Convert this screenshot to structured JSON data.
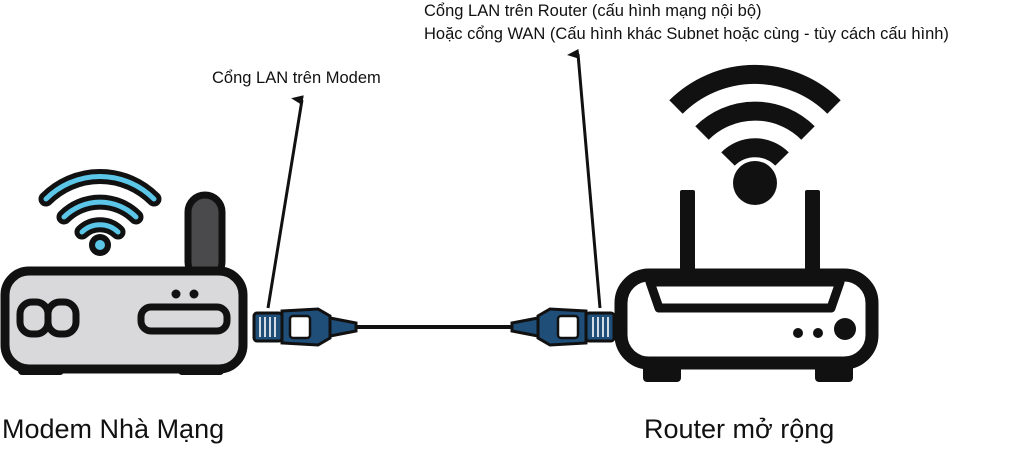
{
  "labels": {
    "router_port_line1": "Cổng LAN trên Router (cấu hình mạng nội bộ)",
    "router_port_line2": "Hoặc cổng WAN (Cấu hình khác Subnet hoặc cùng - tùy cách cấu hình)",
    "modem_port": "Cổng LAN trên Modem"
  },
  "captions": {
    "modem": "Modem Nhà Mạng",
    "router": "Router mở rộng"
  },
  "colors": {
    "ink": "#111111",
    "modem_body": "#d9d9db",
    "modem_antenna": "#4a4a4c",
    "wifi_accent": "#5bc6e8",
    "cable_blue": "#1f4e79",
    "plug_fill": "#ffffff"
  },
  "icons": {
    "modem": "modem-icon",
    "router": "router-icon",
    "modem_wifi": "wifi-icon",
    "router_wifi": "wifi-icon",
    "cable": "ethernet-cable-icon"
  }
}
